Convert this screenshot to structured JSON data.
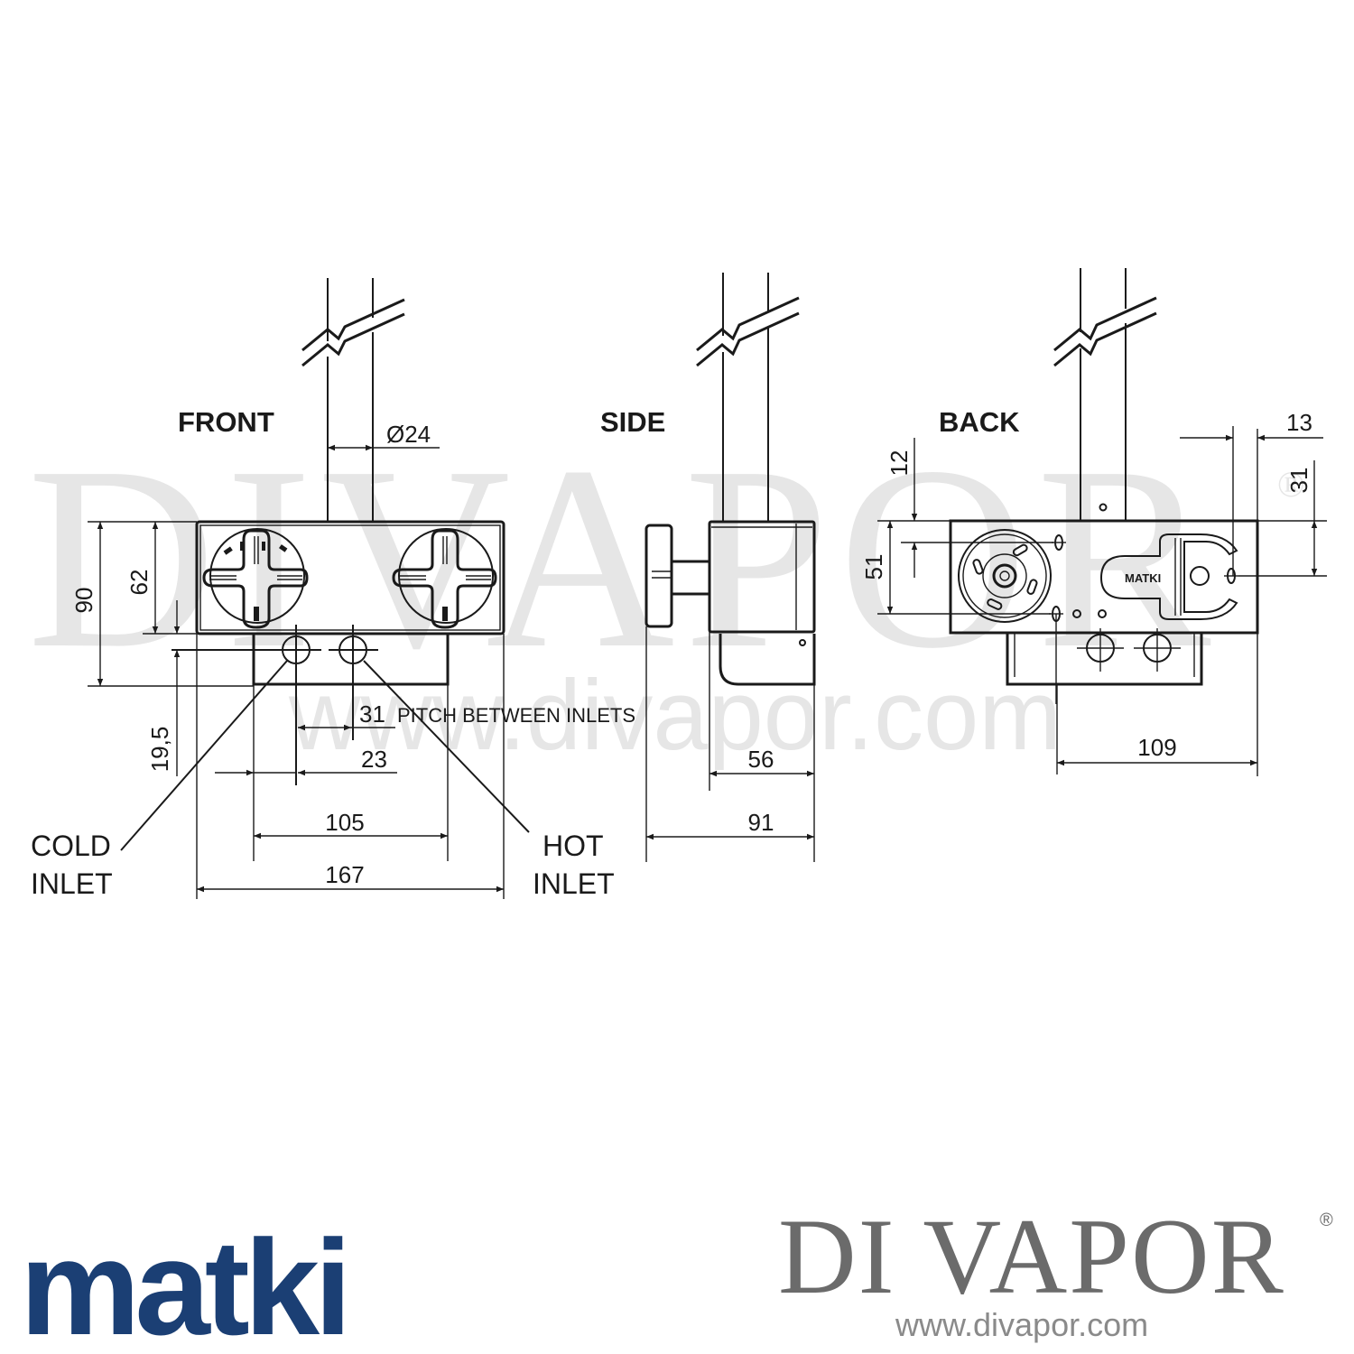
{
  "watermark": {
    "brand": "DIVAPOR",
    "registered": "®",
    "url": "www.divapor.com"
  },
  "views": {
    "front": {
      "title": "FRONT",
      "dims": {
        "pipe_diameter": "Ø24",
        "height_total": "90",
        "height_body": "62",
        "inlet_offset": "19,5",
        "pitch": "31",
        "pitch_note": "PITCH BETWEEN INLETS",
        "inlet_offset_x": "23",
        "width_lower": "105",
        "width_total": "167"
      },
      "callouts": {
        "cold_line1": "COLD",
        "cold_line2": "INLET",
        "hot_line1": "HOT",
        "hot_line2": "INLET"
      }
    },
    "side": {
      "title": "SIDE",
      "dims": {
        "depth_body": "56",
        "depth_total": "91"
      }
    },
    "back": {
      "title": "BACK",
      "plate_label": "MATKI",
      "dims": {
        "hole_top": "12",
        "hole_spacing": "51",
        "right_offset": "13",
        "right_hole_height": "31",
        "width_lower": "109"
      }
    }
  },
  "branding": {
    "manufacturer": "matki",
    "retailer": "DI VAPOR",
    "retailer_reg": "®",
    "retailer_url": "www.divapor.com",
    "manufacturer_color": "#1b3f74",
    "retailer_color": "#6b6b6b"
  }
}
